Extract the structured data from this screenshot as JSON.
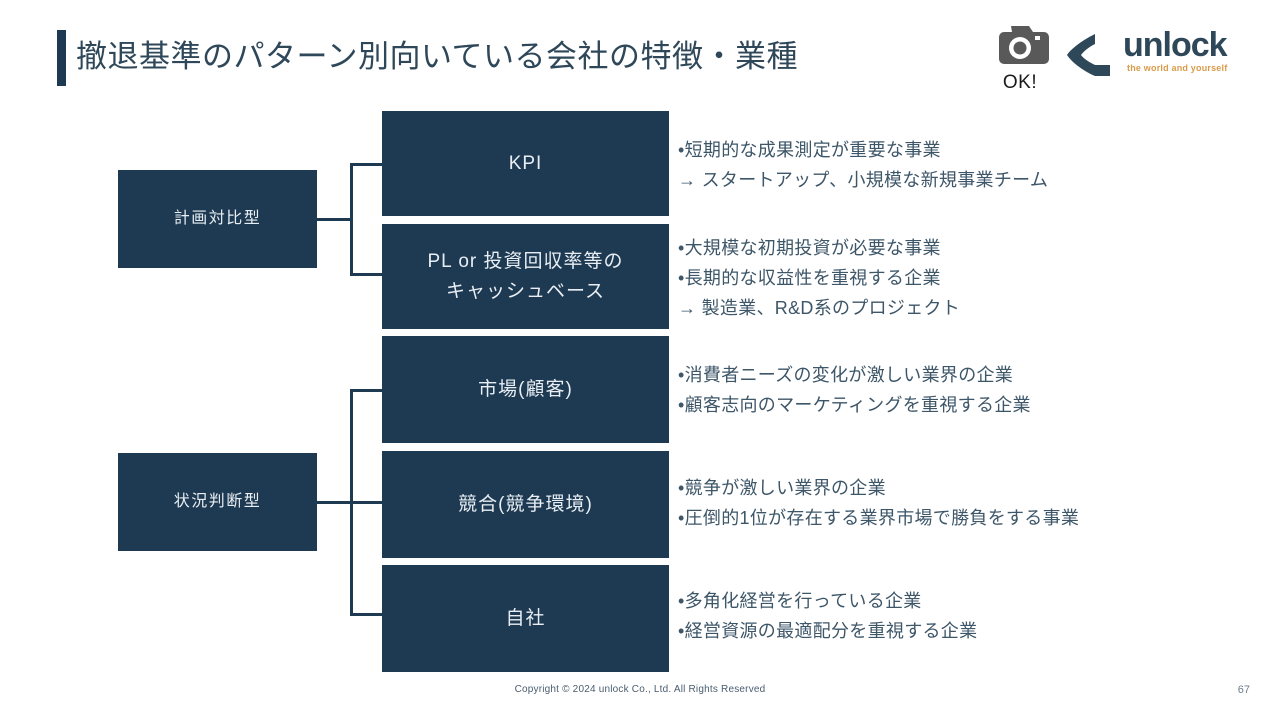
{
  "header": {
    "title": "撤退基準のパターン別向いている会社の特徴・業種",
    "accent_color": "#1e3a52",
    "camera": {
      "icon": "camera-icon",
      "caption": "OK!"
    },
    "logo": {
      "mark": "unlock-bracket-icon",
      "wordmark": "unlock",
      "tagline": "the world and yourself",
      "wordmark_color": "#2e4759",
      "tagline_color": "#d99b4a"
    }
  },
  "diagram": {
    "box_color": "#1e3a52",
    "box_text_color": "#e8eef3",
    "connector_color": "#1e3a52",
    "groups": [
      {
        "category": "計画対比型",
        "items": [
          {
            "label": "KPI",
            "bullets": "•短期的な成果測定が重要な事業\n → スタートアップ、小規模な新規事業チーム"
          },
          {
            "label": "PL or 投資回収率等の\nキャッシュベース",
            "bullets": "•大規模な初期投資が必要な事業\n•長期的な収益性を重視する企業\n → 製造業、R&D系のプロジェクト"
          }
        ]
      },
      {
        "category": "状況判断型",
        "items": [
          {
            "label": "市場(顧客)",
            "bullets": "•消費者ニーズの変化が激しい業界の企業\n•顧客志向のマーケティングを重視する企業"
          },
          {
            "label": "競合(競争環境)",
            "bullets": "•競争が激しい業界の企業\n•圧倒的1位が存在する業界市場で勝負をする事業"
          },
          {
            "label": "自社",
            "bullets": "•多角化経営を行っている企業\n•経営資源の最適配分を重視する企業"
          }
        ]
      }
    ]
  },
  "footer": {
    "copyright": "Copyright © 2024 unlock Co., Ltd. All Rights Reserved",
    "page_number": "67"
  }
}
